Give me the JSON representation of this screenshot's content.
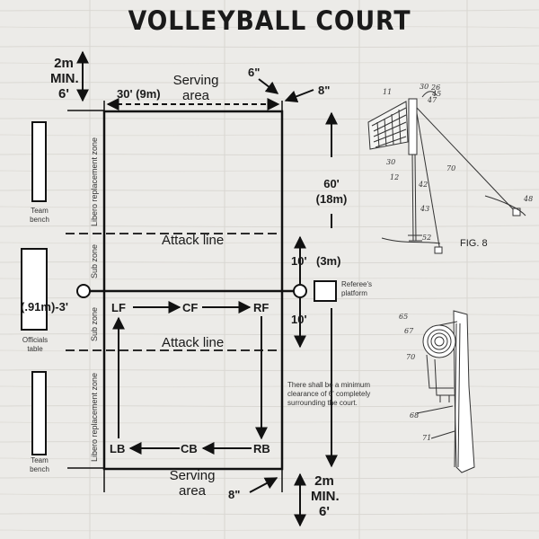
{
  "title": "VOLLEYBALL COURT",
  "clearance_top": {
    "line1": "2m",
    "line2": "MIN.",
    "line3": "6'"
  },
  "clearance_bottom": {
    "line1": "2m",
    "line2": "MIN.",
    "line3": "6'"
  },
  "serving_area_top": {
    "line1": "Serving",
    "line2": "area",
    "width": "30' (9m)"
  },
  "serving_area_bottom": {
    "line1": "Serving",
    "line2": "area"
  },
  "six_inch": "6\"",
  "eight_inch_top": "8\"",
  "eight_inch_bottom": "8\"",
  "length": {
    "feet": "60'",
    "meters": "(18m)"
  },
  "attack_line_top": "Attack line",
  "attack_line_bottom": "Attack line",
  "ten_top": "10'",
  "ten_bottom": "10'",
  "three_m": "(3m)",
  "post_distance": "(.91m)-3'",
  "zones": {
    "libero_top": "Libero replacement zone",
    "sub_top": "Sub zone",
    "sub_bottom": "Sub zone",
    "libero_bottom": "Libero replacement zone"
  },
  "benches": {
    "team_top": {
      "line1": "Team",
      "line2": "bench"
    },
    "officials": {
      "line1": "Officials",
      "line2": "table"
    },
    "team_bottom": {
      "line1": "Team",
      "line2": "bench"
    }
  },
  "referee": {
    "line1": "Referee's",
    "line2": "platform"
  },
  "positions": {
    "lf": "LF",
    "cf": "CF",
    "rf": "RF",
    "lb": "LB",
    "cb": "CB",
    "rb": "RB"
  },
  "note": "There shall be a minimum clearance of 6' completely surrounding the court.",
  "patent_fig8": {
    "caption": "FIG. 8",
    "refs": {
      "r11": "11",
      "r30": "30",
      "r26": "26",
      "r45": "45",
      "r47": "47",
      "r30b": "30",
      "r70": "70",
      "r12": "12",
      "r42": "42",
      "r43": "43",
      "r48": "48",
      "r52": "52"
    }
  },
  "patent_detail": {
    "refs": {
      "r65": "65",
      "r67": "67",
      "r70": "70",
      "r68": "68",
      "r71": "71"
    }
  }
}
